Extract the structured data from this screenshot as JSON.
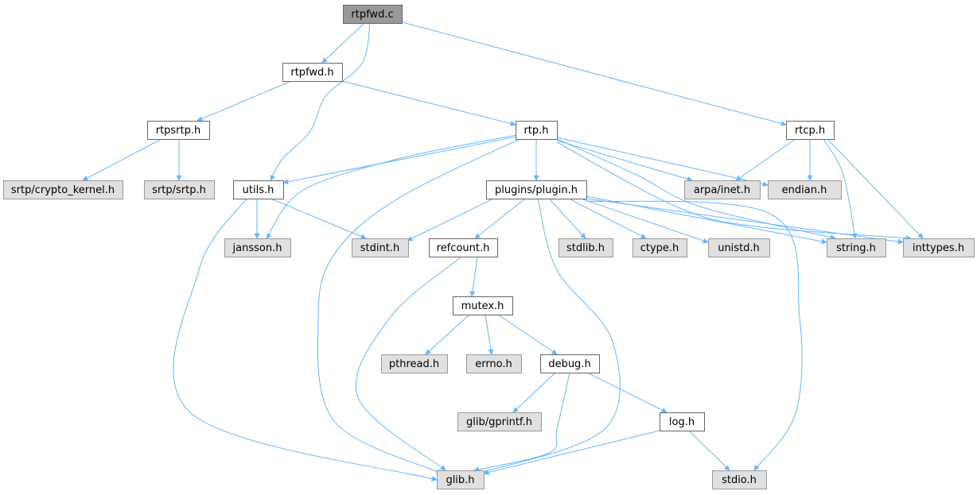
{
  "colors": {
    "edge": "#63b8ff",
    "root_fill": "#999999",
    "internal_fill": "#ffffff",
    "external_fill": "#e0e0e0",
    "internal_stroke": "#666666",
    "external_stroke": "#999999",
    "text": "#000000"
  },
  "nodes": [
    {
      "id": "rtpfwd_c",
      "label": "rtpfwd.c",
      "kind": "root"
    },
    {
      "id": "rtpfwd_h",
      "label": "rtpfwd.h",
      "kind": "internal"
    },
    {
      "id": "rtcp_h",
      "label": "rtcp.h",
      "kind": "internal"
    },
    {
      "id": "rtpsrtp_h",
      "label": "rtpsrtp.h",
      "kind": "internal"
    },
    {
      "id": "rtp_h",
      "label": "rtp.h",
      "kind": "internal"
    },
    {
      "id": "srtp_crypto",
      "label": "srtp/crypto_kernel.h",
      "kind": "external"
    },
    {
      "id": "srtp_srtp",
      "label": "srtp/srtp.h",
      "kind": "external"
    },
    {
      "id": "utils_h",
      "label": "utils.h",
      "kind": "internal"
    },
    {
      "id": "plugin_h",
      "label": "plugins/plugin.h",
      "kind": "internal"
    },
    {
      "id": "arpa_inet",
      "label": "arpa/inet.h",
      "kind": "external"
    },
    {
      "id": "endian_h",
      "label": "endian.h",
      "kind": "external"
    },
    {
      "id": "jansson_h",
      "label": "jansson.h",
      "kind": "external"
    },
    {
      "id": "stdint_h",
      "label": "stdint.h",
      "kind": "external"
    },
    {
      "id": "refcount_h",
      "label": "refcount.h",
      "kind": "internal"
    },
    {
      "id": "stdlib_h",
      "label": "stdlib.h",
      "kind": "external"
    },
    {
      "id": "ctype_h",
      "label": "ctype.h",
      "kind": "external"
    },
    {
      "id": "unistd_h",
      "label": "unistd.h",
      "kind": "external"
    },
    {
      "id": "string_h",
      "label": "string.h",
      "kind": "external"
    },
    {
      "id": "inttypes_h",
      "label": "inttypes.h",
      "kind": "external"
    },
    {
      "id": "mutex_h",
      "label": "mutex.h",
      "kind": "internal"
    },
    {
      "id": "pthread_h",
      "label": "pthread.h",
      "kind": "external"
    },
    {
      "id": "errno_h",
      "label": "errno.h",
      "kind": "external"
    },
    {
      "id": "debug_h",
      "label": "debug.h",
      "kind": "internal"
    },
    {
      "id": "gprintf_h",
      "label": "glib/gprintf.h",
      "kind": "external"
    },
    {
      "id": "log_h",
      "label": "log.h",
      "kind": "internal"
    },
    {
      "id": "glib_h",
      "label": "glib.h",
      "kind": "external"
    },
    {
      "id": "stdio_h",
      "label": "stdio.h",
      "kind": "external"
    }
  ],
  "edges": [
    {
      "from": "rtpfwd_c",
      "to": "rtpfwd_h"
    },
    {
      "from": "rtpfwd_c",
      "to": "utils_h"
    },
    {
      "from": "rtpfwd_c",
      "to": "rtcp_h"
    },
    {
      "from": "rtpfwd_h",
      "to": "rtpsrtp_h"
    },
    {
      "from": "rtpfwd_h",
      "to": "rtp_h"
    },
    {
      "from": "rtpsrtp_h",
      "to": "srtp_crypto"
    },
    {
      "from": "rtpsrtp_h",
      "to": "srtp_srtp"
    },
    {
      "from": "rtp_h",
      "to": "utils_h"
    },
    {
      "from": "rtp_h",
      "to": "plugin_h"
    },
    {
      "from": "rtp_h",
      "to": "arpa_inet"
    },
    {
      "from": "rtp_h",
      "to": "endian_h"
    },
    {
      "from": "rtp_h",
      "to": "jansson_h"
    },
    {
      "from": "rtp_h",
      "to": "glib_h"
    },
    {
      "from": "rtp_h",
      "to": "string_h"
    },
    {
      "from": "rtp_h",
      "to": "inttypes_h"
    },
    {
      "from": "rtcp_h",
      "to": "arpa_inet"
    },
    {
      "from": "rtcp_h",
      "to": "endian_h"
    },
    {
      "from": "rtcp_h",
      "to": "string_h"
    },
    {
      "from": "rtcp_h",
      "to": "inttypes_h"
    },
    {
      "from": "utils_h",
      "to": "jansson_h"
    },
    {
      "from": "utils_h",
      "to": "stdint_h"
    },
    {
      "from": "utils_h",
      "to": "glib_h"
    },
    {
      "from": "plugin_h",
      "to": "stdint_h"
    },
    {
      "from": "plugin_h",
      "to": "refcount_h"
    },
    {
      "from": "plugin_h",
      "to": "stdlib_h"
    },
    {
      "from": "plugin_h",
      "to": "ctype_h"
    },
    {
      "from": "plugin_h",
      "to": "unistd_h"
    },
    {
      "from": "plugin_h",
      "to": "string_h"
    },
    {
      "from": "plugin_h",
      "to": "inttypes_h"
    },
    {
      "from": "plugin_h",
      "to": "glib_h"
    },
    {
      "from": "plugin_h",
      "to": "stdio_h"
    },
    {
      "from": "refcount_h",
      "to": "mutex_h"
    },
    {
      "from": "refcount_h",
      "to": "glib_h"
    },
    {
      "from": "mutex_h",
      "to": "pthread_h"
    },
    {
      "from": "mutex_h",
      "to": "errno_h"
    },
    {
      "from": "mutex_h",
      "to": "debug_h"
    },
    {
      "from": "debug_h",
      "to": "gprintf_h"
    },
    {
      "from": "debug_h",
      "to": "log_h"
    },
    {
      "from": "debug_h",
      "to": "glib_h"
    },
    {
      "from": "log_h",
      "to": "glib_h"
    },
    {
      "from": "log_h",
      "to": "stdio_h"
    }
  ]
}
